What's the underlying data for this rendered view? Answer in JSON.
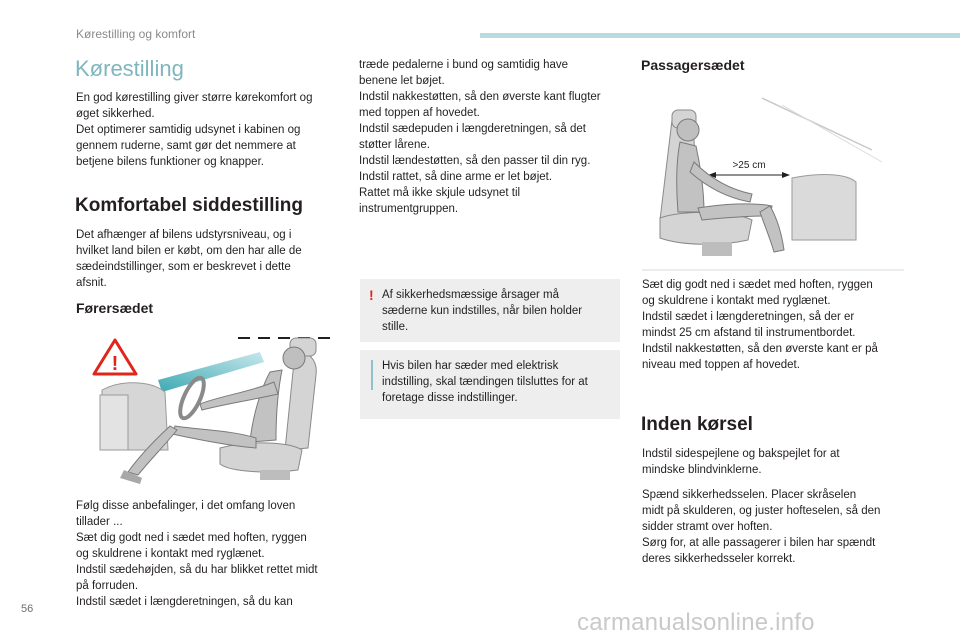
{
  "header": {
    "section": "Kørestilling og komfort"
  },
  "title": "Kørestilling",
  "intro": [
    "En god kørestilling giver større kørekomfort og",
    "øget sikkerhed.",
    "Det optimerer samtidig udsynet i kabinen og",
    "gennem ruderne, samt gør det nemmere at",
    "betjene bilens funktioner og knapper."
  ],
  "comfort": {
    "heading": "Komfortabel siddestilling",
    "text": [
      "Det afhænger af bilens udstyrsniveau, og i",
      "hvilket land bilen er købt, om den har alle de",
      "sædeindstillinger, som er beskrevet i dette",
      "afsnit."
    ]
  },
  "driver": {
    "heading": "Førersædet",
    "text": [
      "Følg disse anbefalinger, i det omfang loven",
      "tillader ...",
      "Sæt dig godt ned i sædet med hoften, ryggen",
      "og skuldrene i kontakt med ryglænet.",
      "Indstil sædehøjden, så du har blikket rettet midt",
      "på forruden.",
      "Indstil sædet i længderetningen, så du kan"
    ]
  },
  "column2": [
    "træde pedalerne i bund og samtidig have",
    "benene let bøjet.",
    "Indstil nakkestøtten, så den øverste kant flugter",
    "med toppen af hovedet.",
    "Indstil sædepuden i længderetningen, så det",
    "støtter lårene.",
    "Indstil lændestøtten, så den passer til din ryg.",
    "Indstil rattet, så dine arme er let bøjet.",
    "Rattet må ikke skjule udsynet til",
    "instrumentgruppen."
  ],
  "warning_note": {
    "mark": "!",
    "text": [
      "Af sikkerhedsmæssige årsager må",
      "sæderne kun indstilles, når bilen holder",
      "stille."
    ]
  },
  "info_note": {
    "text": [
      "Hvis bilen har sæder med elektrisk",
      "indstilling, skal tændingen tilsluttes for at",
      "foretage disse indstillinger."
    ]
  },
  "passenger": {
    "heading": "Passagersædet",
    "distance_label": ">25 cm",
    "text": [
      "Sæt dig godt ned i sædet med hoften, ryggen",
      "og skuldrene i kontakt med ryglænet.",
      "Indstil sædet i længderetningen, så der er",
      "mindst 25 cm afstand til instrumentbordet.",
      "Indstil nakkestøtten, så den øverste kant er på",
      "niveau med toppen af hovedet."
    ]
  },
  "before_driving": {
    "heading": "Inden kørsel",
    "text1": [
      "Indstil sidespejlene og bakspejlet for at",
      "mindske blindvinklerne."
    ],
    "text2": [
      "Spænd sikkerhedsselen. Placer skråselen",
      "midt på skulderen, og juster hofteselen, så den",
      "sidder stramt over hoften.",
      "Sørg for, at alle passagerer i bilen har spændt",
      "deres sikkerhedsseler korrekt."
    ]
  },
  "warning_triangle_mark": "!",
  "page_number": "56",
  "watermark": "carmanualsonline.info",
  "colors": {
    "accent": "#7fb6bd",
    "header_bar": "#b7dbe0",
    "warning": "#e1251b",
    "note_bg": "#eeeeee"
  }
}
